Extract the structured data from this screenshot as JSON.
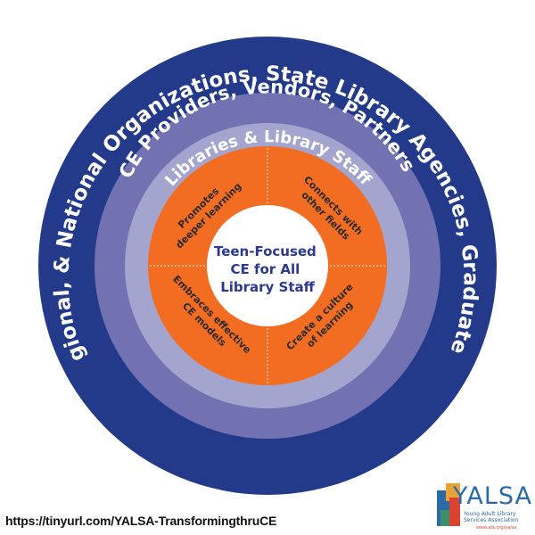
{
  "rings": [
    {
      "label": "State, Regional, & National Organizations, State Library Agencies, Graduate Programs",
      "color": "#233a8b"
    },
    {
      "label": "CE Providers, Vendors, Partners",
      "color": "#7272b2"
    },
    {
      "label": "Libraries & Library Staff",
      "color": "#a4a5cf"
    }
  ],
  "colors": {
    "band3": "#c7c6e2",
    "orange": "#f26d21",
    "center": "#ffffff",
    "divider": "#fdd9b9"
  },
  "center": {
    "lines": [
      "Teen-Focused",
      "CE for All",
      "Library Staff"
    ]
  },
  "quadrants": [
    {
      "lines": [
        "Promotes",
        "deeper learning"
      ]
    },
    {
      "lines": [
        "Connects with",
        "other fields"
      ]
    },
    {
      "lines": [
        "Embraces effective",
        "CE models"
      ]
    },
    {
      "lines": [
        "Create a culture",
        "of learning"
      ]
    }
  ],
  "footer": {
    "url": "https://tinyurl.com/YALSA-TransformingthruCE"
  },
  "logo": {
    "name": "YALSA",
    "subtitle": "Young Adult Library Services Association",
    "url": "www.ala.org/yalsa",
    "colors": [
      "#2b6aa6",
      "#e8a236",
      "#d9432f",
      "#3e8e6a"
    ]
  }
}
